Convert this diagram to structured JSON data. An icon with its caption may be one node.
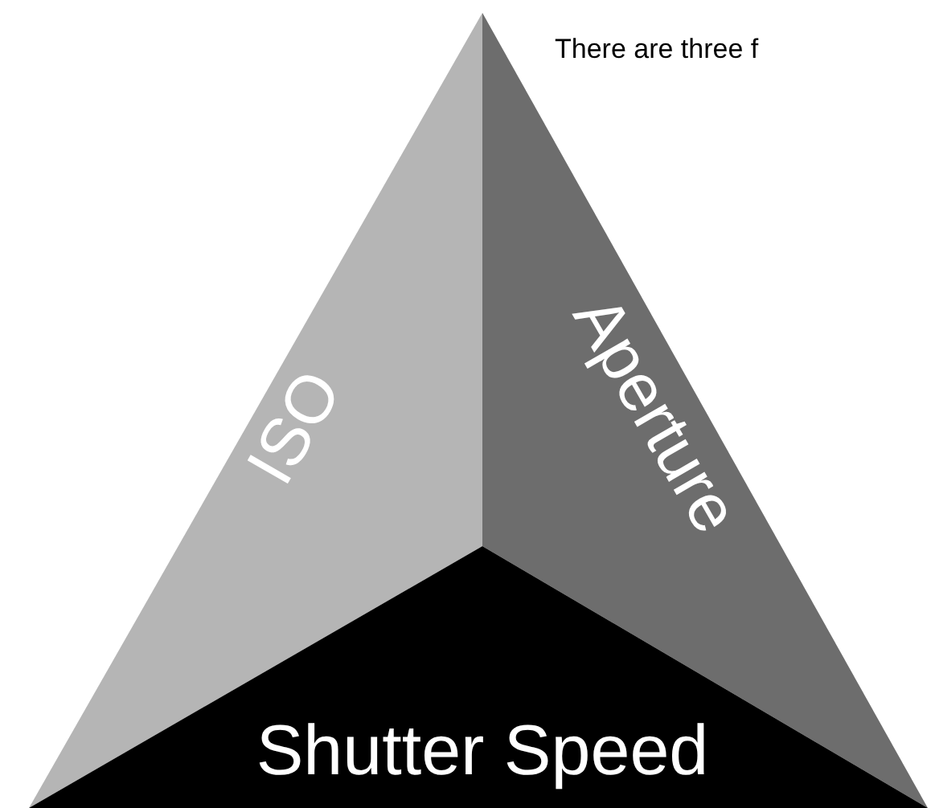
{
  "diagram": {
    "nodes": [
      {
        "text": [
          "ISO"
        ]
      },
      {
        "text": [
          "Aperture"
        ]
      },
      {
        "text": [
          "Shutter Speed"
        ]
      }
    ],
    "labels": [
      "There are three f"
    ]
  }
}
